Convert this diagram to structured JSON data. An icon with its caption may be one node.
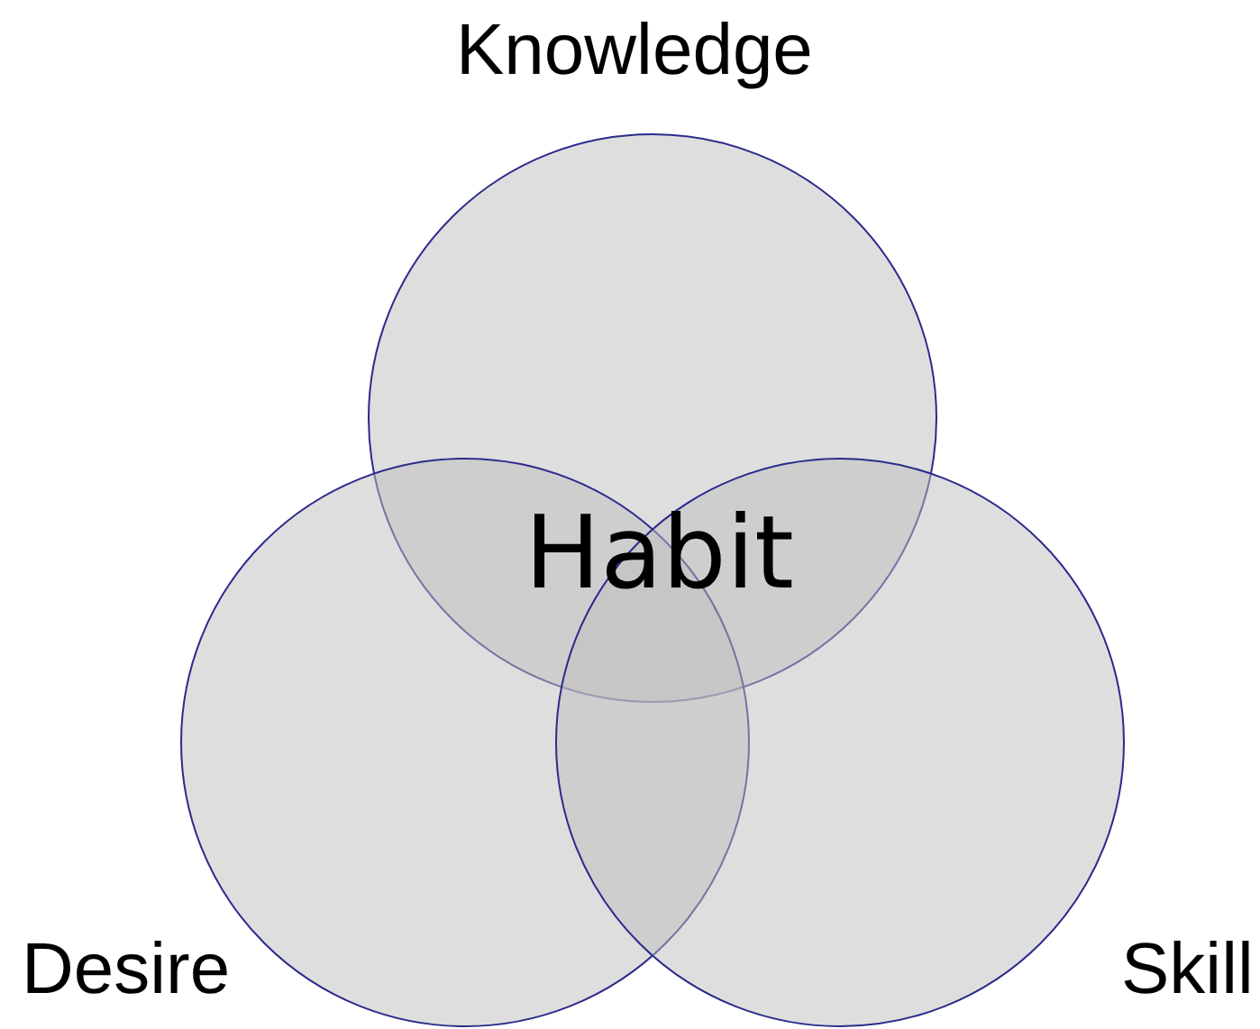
{
  "diagram": {
    "nodes": [
      {
        "text": [
          "Knowledge"
        ]
      },
      {
        "text": [
          "Desire"
        ]
      },
      {
        "text": [
          "Skill"
        ]
      }
    ],
    "labels": [
      "Habit"
    ]
  }
}
